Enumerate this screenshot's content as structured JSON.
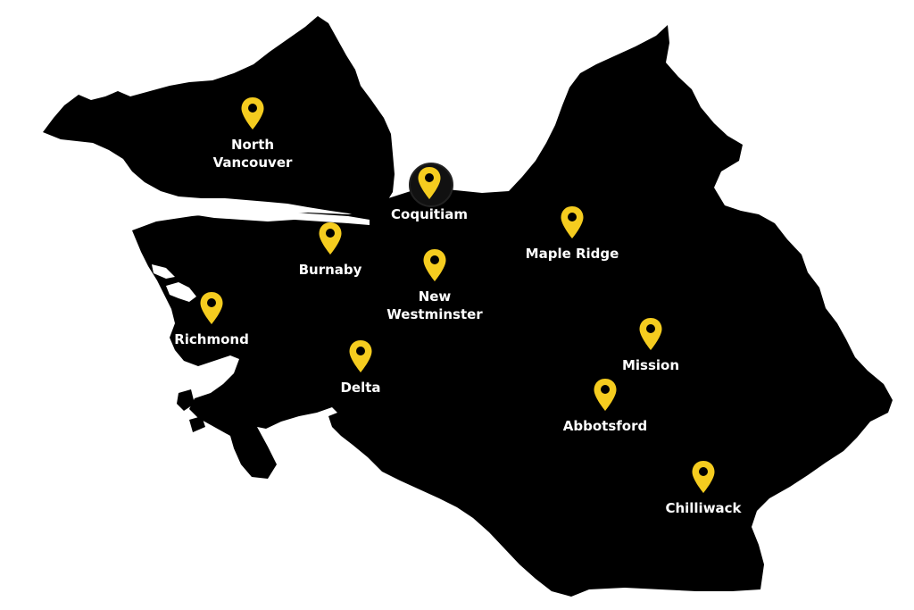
{
  "map": {
    "colors": {
      "land": "#000000",
      "water": "#ffffff",
      "pin": "#f5cc1f",
      "pin_dot": "#000000",
      "label": "#ffffff"
    },
    "pin_icon": "map-pin-icon",
    "cities": [
      {
        "id": "north-vancouver",
        "label": "North\nVancouver",
        "highlighted": false
      },
      {
        "id": "coquitlam",
        "label": "Coquitiam",
        "highlighted": true
      },
      {
        "id": "burnaby",
        "label": "Burnaby",
        "highlighted": false
      },
      {
        "id": "new-westminster",
        "label": "New\nWestminster",
        "highlighted": false
      },
      {
        "id": "maple-ridge",
        "label": "Maple Ridge",
        "highlighted": false
      },
      {
        "id": "richmond",
        "label": "Richmond",
        "highlighted": false
      },
      {
        "id": "delta",
        "label": "Delta",
        "highlighted": false
      },
      {
        "id": "mission",
        "label": "Mission",
        "highlighted": false
      },
      {
        "id": "abbotsford",
        "label": "Abbotsford",
        "highlighted": false
      },
      {
        "id": "chilliwack",
        "label": "Chilliwack",
        "highlighted": false
      }
    ]
  }
}
